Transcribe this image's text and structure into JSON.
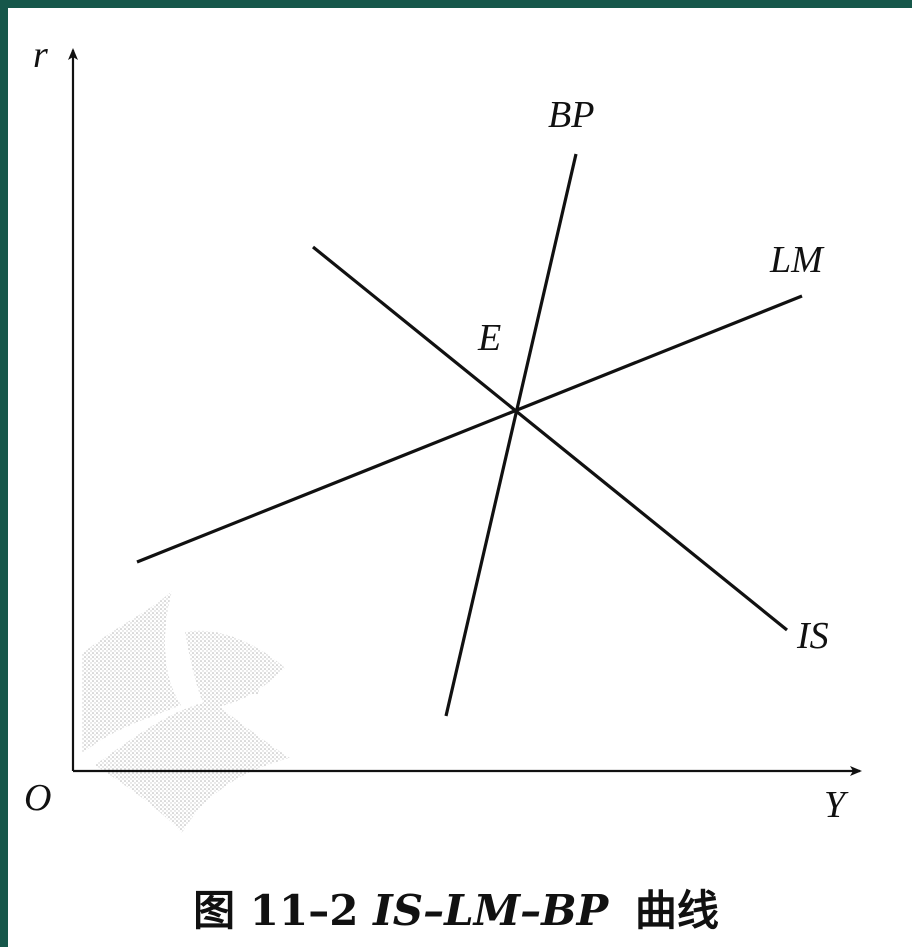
{
  "diagram": {
    "axes": {
      "y_label": "r",
      "x_label": "Y",
      "origin_label": "O"
    },
    "curves": [
      {
        "id": "bp",
        "label": "BP"
      },
      {
        "id": "lm",
        "label": "LM"
      },
      {
        "id": "is",
        "label": "IS"
      }
    ],
    "equilibrium_label": "E",
    "caption": {
      "prefix": "图 11–2",
      "title": "IS–LM–BP",
      "suffix": "曲线"
    },
    "colors": {
      "frame": "#16574a",
      "paper": "#ffffff",
      "ink": "#111111",
      "watermark": "#9a9a9a"
    },
    "watermark_icon": "publisher-seal"
  }
}
